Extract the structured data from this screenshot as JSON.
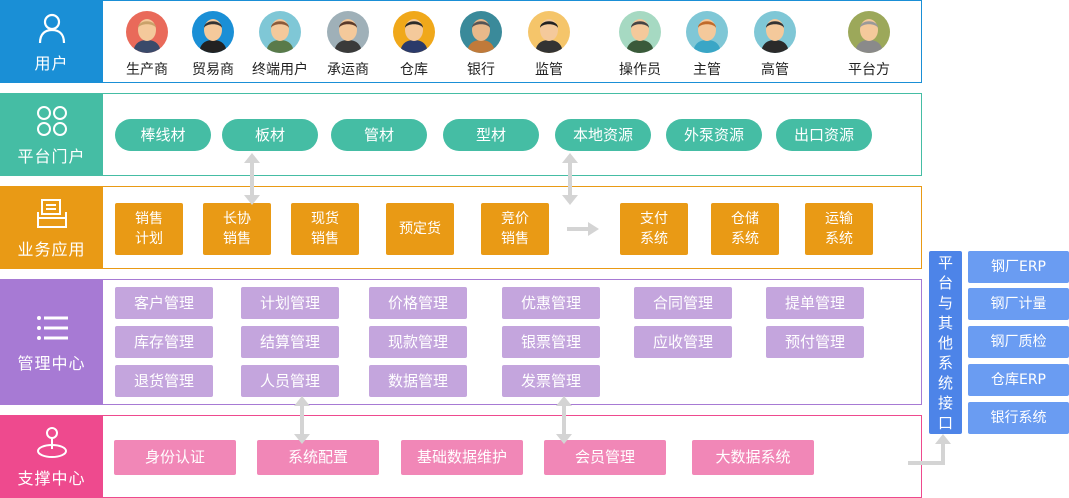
{
  "rows": {
    "users": "用户",
    "portal": "平台门户",
    "business": "业务应用",
    "management": "管理中心",
    "support": "支撑中心"
  },
  "users": [
    "生产商",
    "贸易商",
    "终端用户",
    "承运商",
    "仓库",
    "银行",
    "监管",
    "操作员",
    "主管",
    "高管",
    "平台方"
  ],
  "portal_items": [
    "棒线材",
    "板材",
    "管材",
    "型材",
    "本地资源",
    "外泵资源",
    "出口资源"
  ],
  "business_items": [
    [
      "销售",
      "计划"
    ],
    [
      "长协",
      "销售"
    ],
    [
      "现货",
      "销售"
    ],
    [
      "预定货"
    ],
    [
      "竞价",
      "销售"
    ],
    [
      "支付",
      "系统"
    ],
    [
      "仓储",
      "系统"
    ],
    [
      "运输",
      "系统"
    ]
  ],
  "management_items": [
    [
      "客户管理",
      "计划管理",
      "价格管理",
      "优惠管理",
      "合同管理",
      "提单管理"
    ],
    [
      "库存管理",
      "结算管理",
      "现款管理",
      "银票管理",
      "应收管理",
      "预付管理"
    ],
    [
      "退货管理",
      "人员管理",
      "数据管理",
      "发票管理"
    ]
  ],
  "support_items": [
    "身份认证",
    "系统配置",
    "基础数据维护",
    "会员管理",
    "大数据系统"
  ],
  "interface": {
    "title": "平台与其他系统接口",
    "items": [
      "钢厂ERP",
      "钢厂计量",
      "钢厂质检",
      "仓库ERP",
      "银行系统"
    ]
  },
  "colors": {
    "users": "#1a8fd6",
    "portal": "#45bda4",
    "business": "#e99a15",
    "management": "#a77ad4",
    "support": "#ee4a8e",
    "interface_title": "#4d84e8",
    "interface_item": "#6a9cf2",
    "arrow": "#d4d4d4"
  }
}
